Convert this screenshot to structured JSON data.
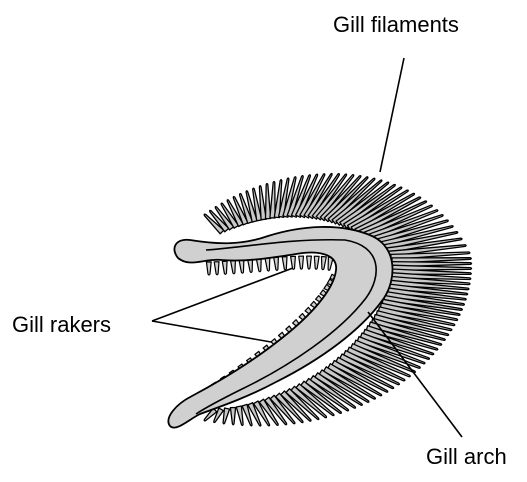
{
  "labels": {
    "gill_filaments": "Gill filaments",
    "gill_rakers": "Gill rakers",
    "gill_arch": "Gill arch"
  },
  "colors": {
    "arch_fill": "#d0d0d0",
    "filament_fill": "#c8c8c8",
    "outline": "#000000",
    "background": "#ffffff"
  }
}
